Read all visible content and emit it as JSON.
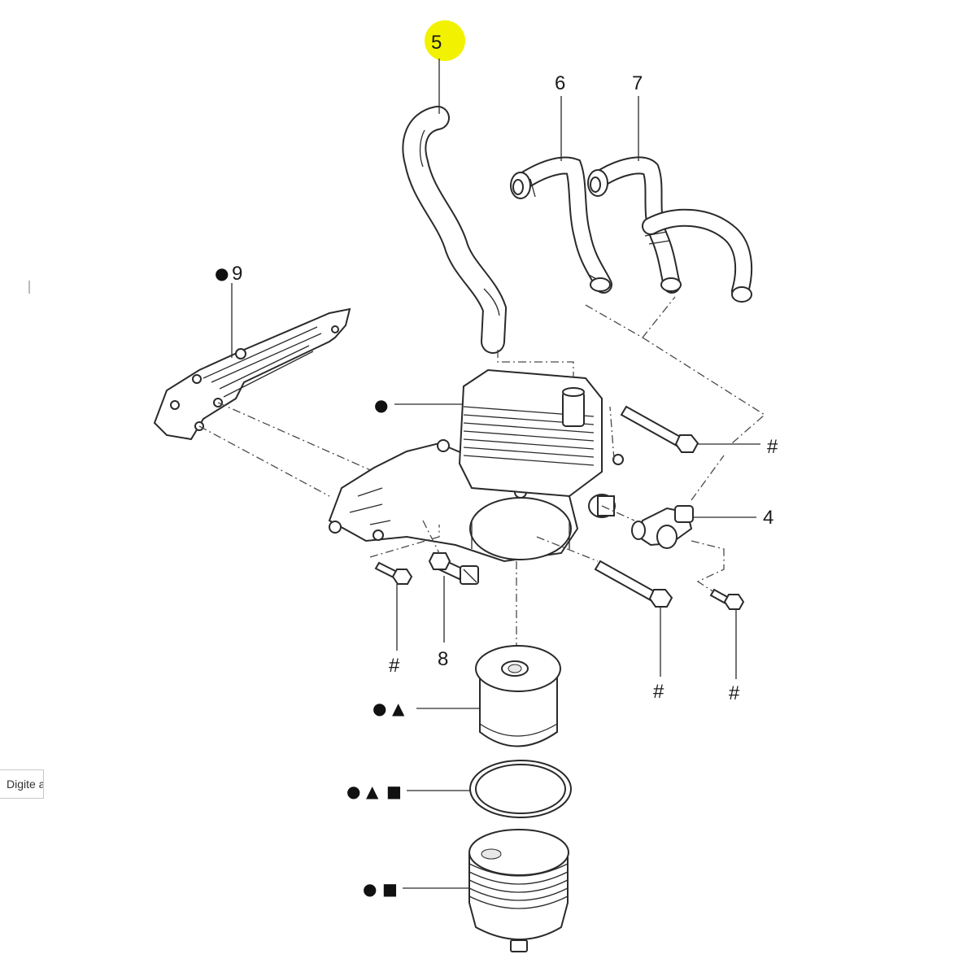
{
  "labels": {
    "l5": "5",
    "l6": "6",
    "l7": "7",
    "l9": "9",
    "l4": "4",
    "l8": "8",
    "hash": "#"
  },
  "symbols": {
    "circle": "●",
    "triangle": "▲",
    "square": "■"
  },
  "highlight_color": "#f2f200",
  "search": {
    "placeholder": "Digite aqui"
  }
}
